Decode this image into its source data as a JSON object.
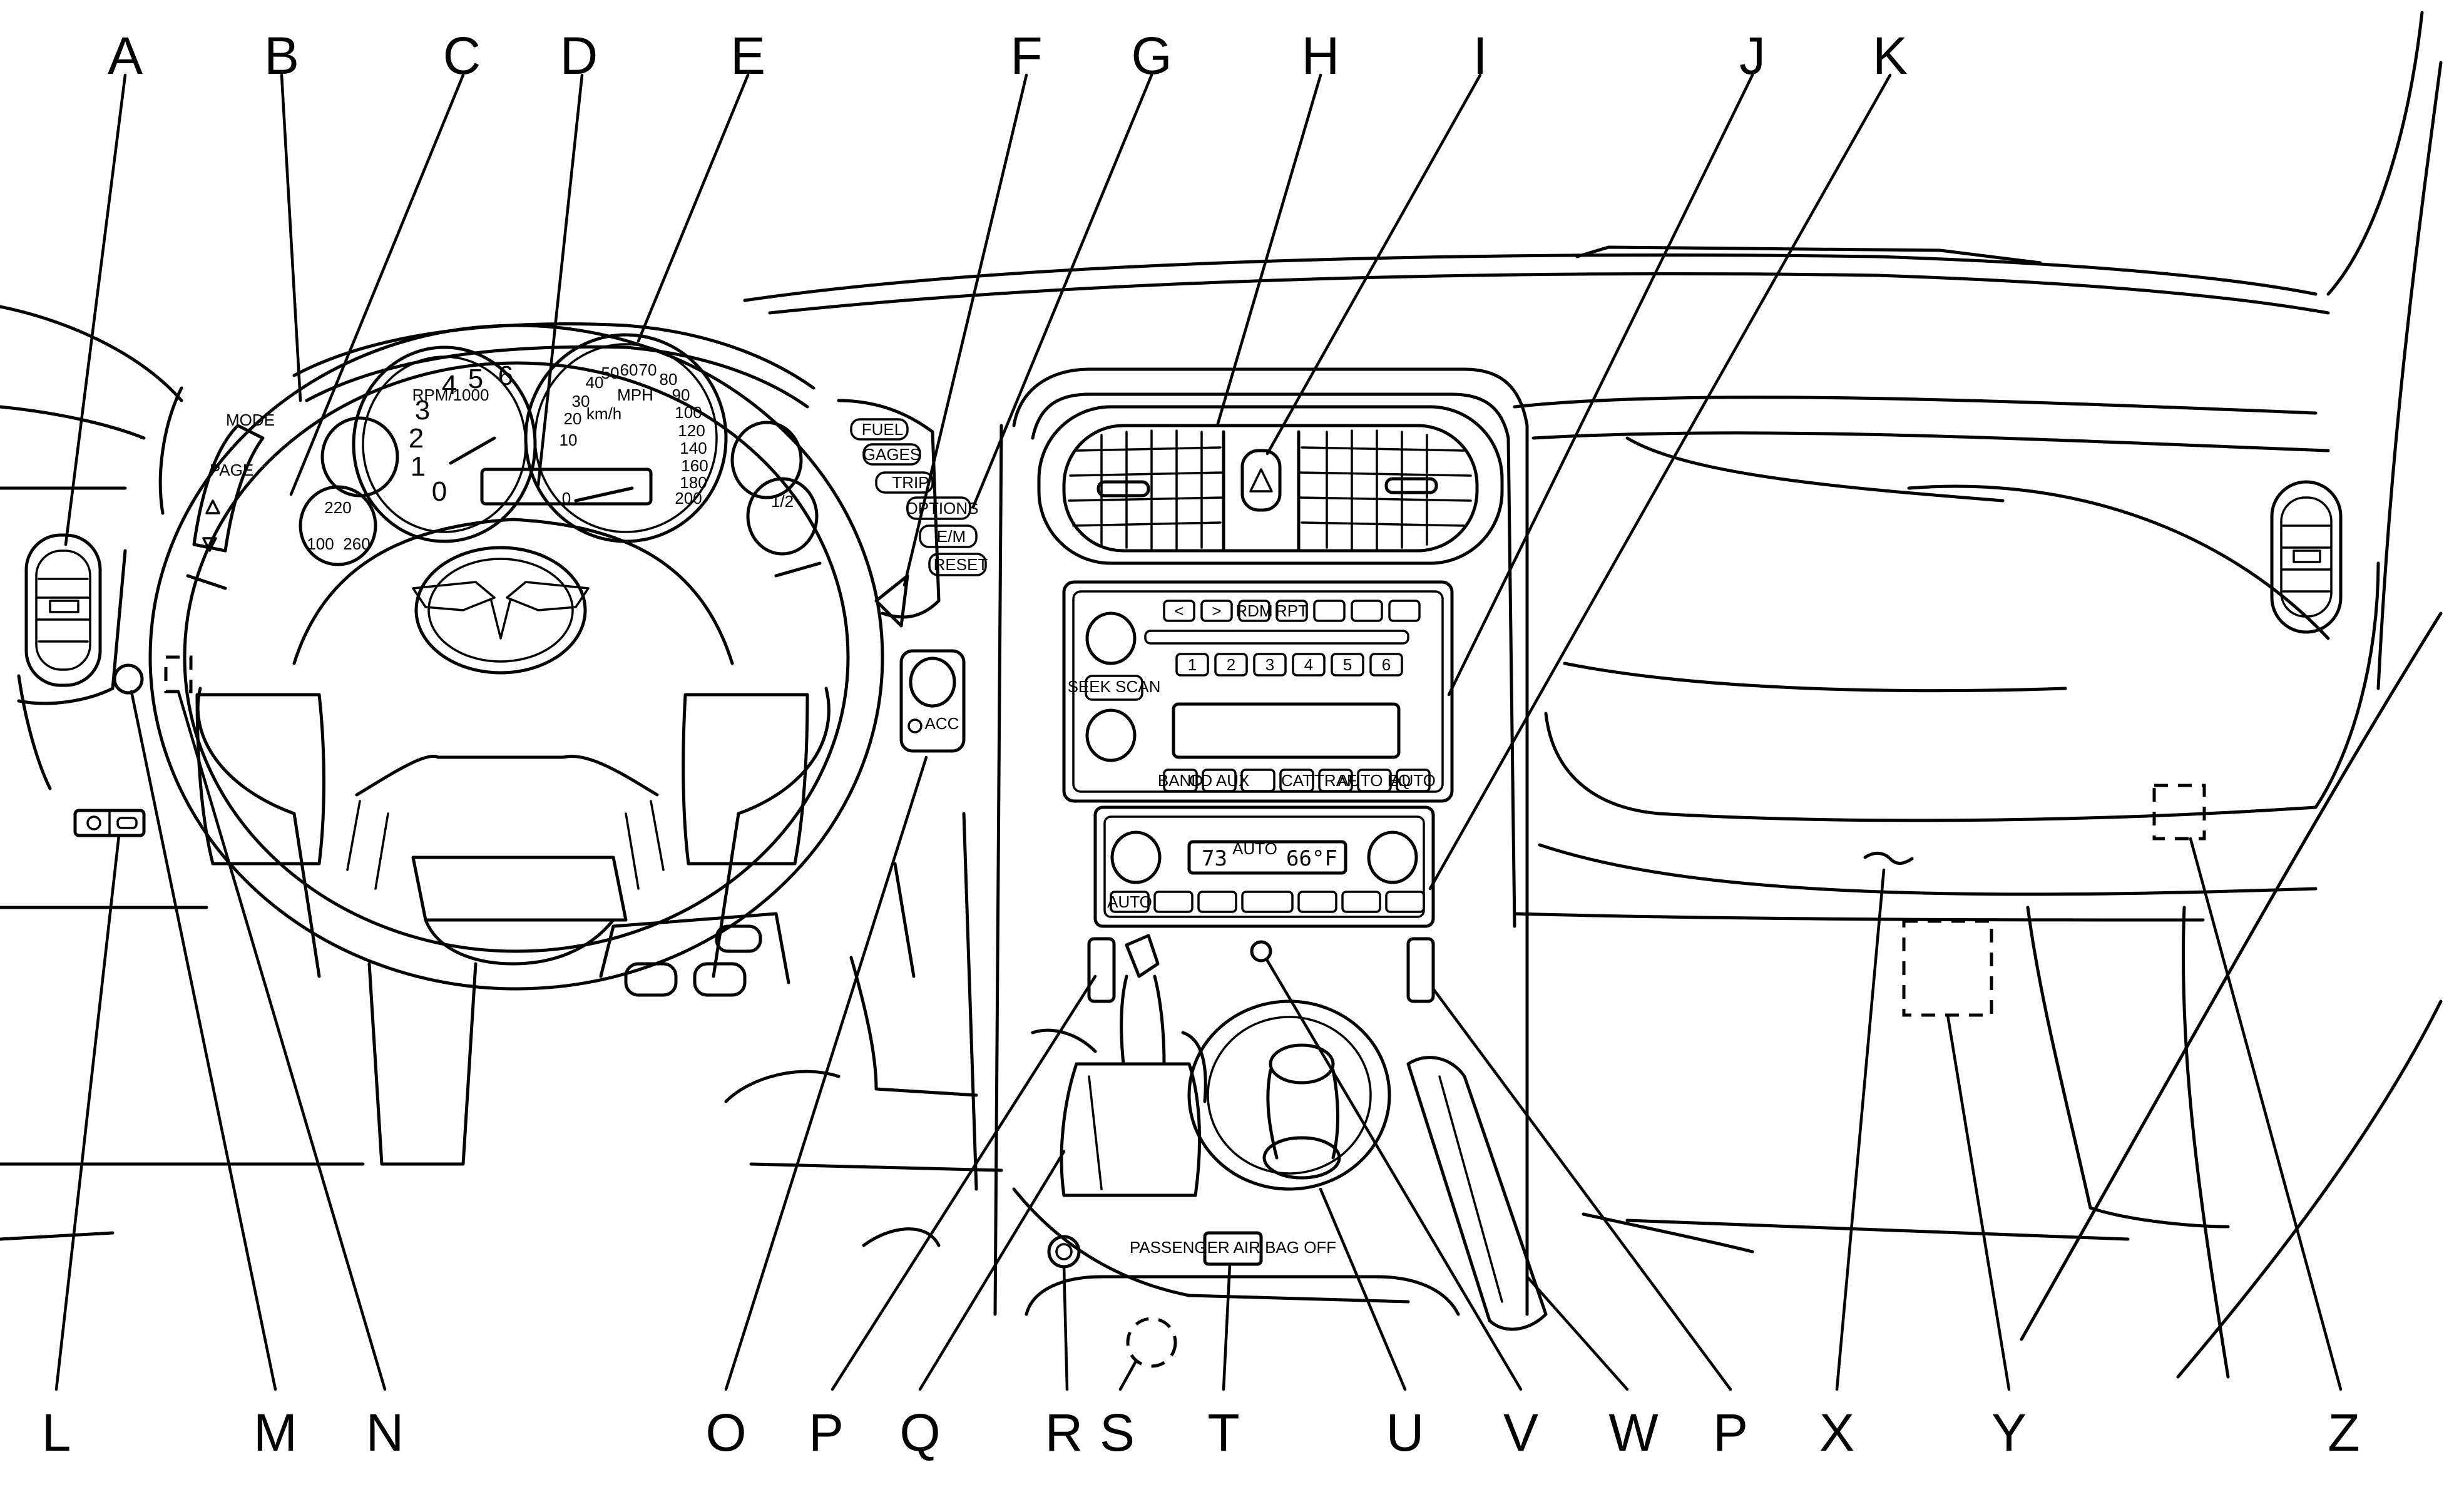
{
  "callouts": [
    {
      "id": "A",
      "label": "A"
    },
    {
      "id": "B",
      "label": "B"
    },
    {
      "id": "C",
      "label": "C"
    },
    {
      "id": "D",
      "label": "D"
    },
    {
      "id": "E",
      "label": "E"
    },
    {
      "id": "F",
      "label": "F"
    },
    {
      "id": "G",
      "label": "G"
    },
    {
      "id": "H",
      "label": "H"
    },
    {
      "id": "I",
      "label": "I"
    },
    {
      "id": "J",
      "label": "J"
    },
    {
      "id": "K",
      "label": "K"
    },
    {
      "id": "L",
      "label": "L"
    },
    {
      "id": "M",
      "label": "M"
    },
    {
      "id": "N",
      "label": "N"
    },
    {
      "id": "O",
      "label": "O"
    },
    {
      "id": "P",
      "label": "P"
    },
    {
      "id": "Q",
      "label": "Q"
    },
    {
      "id": "R",
      "label": "R"
    },
    {
      "id": "S",
      "label": "S"
    },
    {
      "id": "T",
      "label": "T"
    },
    {
      "id": "U",
      "label": "U"
    },
    {
      "id": "V",
      "label": "V"
    },
    {
      "id": "W",
      "label": "W"
    },
    {
      "id": "P2",
      "label": "P"
    },
    {
      "id": "X",
      "label": "X"
    },
    {
      "id": "Y",
      "label": "Y"
    },
    {
      "id": "Z",
      "label": "Z"
    }
  ],
  "cluster": {
    "tach_title": "RPM/1000",
    "tach_numbers": [
      "0",
      "1",
      "2",
      "3",
      "4",
      "5",
      "6"
    ],
    "speedo_mph": "MPH",
    "speedo_kmh": "km/h",
    "speedo_numbers": [
      "0",
      "10",
      "20",
      "30",
      "40",
      "50",
      "60",
      "70",
      "80",
      "90",
      "100",
      "120",
      "140",
      "160",
      "180",
      "200"
    ],
    "left_gauge_numbers": [
      "220",
      "100",
      "260"
    ],
    "right_gauge_numbers": [
      "1/2"
    ]
  },
  "wheel_buttons": {
    "mode": "MODE",
    "page": "PAGE"
  },
  "dic_buttons": [
    "FUEL",
    "GAGES",
    "TRIP",
    "OPTIONS",
    "E/M",
    "RESET"
  ],
  "radio": {
    "buttons_top": [
      "<",
      ">",
      "RDM",
      "RPT",
      "",
      "",
      ""
    ],
    "presets": [
      "1",
      "2",
      "3",
      "4",
      "5",
      "6"
    ],
    "seek": "SEEK SCAN",
    "buttons_bottom": [
      "BAND",
      "CD AUX",
      "",
      "CAT",
      "TRAF",
      "AUTO EQ",
      "AUTO"
    ]
  },
  "climate": {
    "lcd_left": "73",
    "lcd_mid": "AUTO",
    "lcd_right": "66°F",
    "auto": "AUTO"
  },
  "acc_switch": "ACC",
  "passenger_airbag": "PASSENGER AIR BAG OFF",
  "colors": {
    "line": "#000000",
    "background": "#ffffff"
  }
}
